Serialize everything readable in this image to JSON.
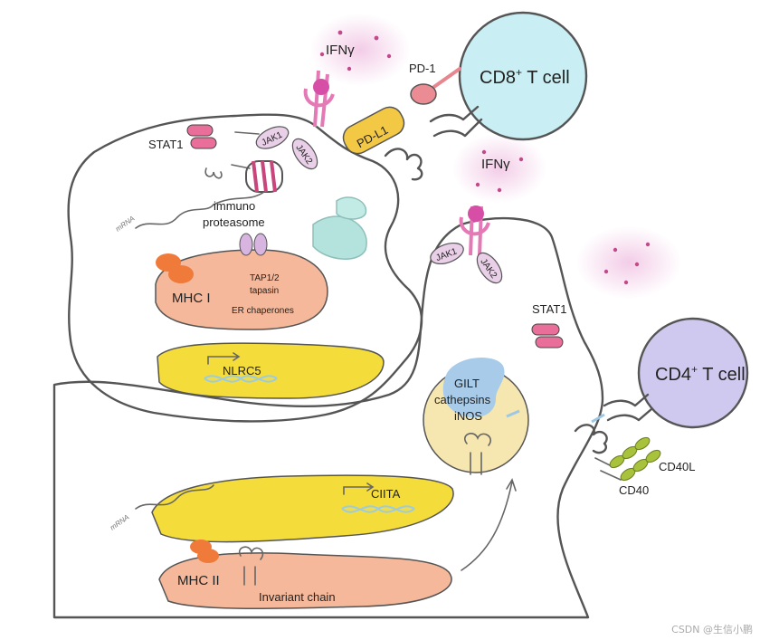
{
  "labels": {
    "ifng_top": "IFNγ",
    "ifng_right": "IFNγ",
    "pd1": "PD-1",
    "pdl1": "PD-L1",
    "cd8_main": "CD8",
    "cd8_sup": "+",
    "cd8_tail": " T cell",
    "cd4_main": "CD4",
    "cd4_sup": "+",
    "cd4_tail": " T cell",
    "stat1_top": "STAT1",
    "stat1_right": "STAT1",
    "jak1_top": "JAK1",
    "jak2_top": "JAK2",
    "jak1_right": "JAK1",
    "jak2_right": "JAK2",
    "immunoproteasome_1": "immuno",
    "immunoproteasome_2": "proteasome",
    "mhc1": "MHC I",
    "tap": "TAP1/2",
    "tapasin": "tapasin",
    "er_chaperones": "ER chaperones",
    "nlrc5": "NLRC5",
    "gilt": "GILT",
    "cathepsins": "cathepsins",
    "inos": "iNOS",
    "ciita": "CIITA",
    "mhc2": "MHC II",
    "invariant_chain": "Invariant chain",
    "cd40l": "CD40L",
    "cd40": "CD40"
  },
  "watermark": "CSDN @生信小鹏",
  "colors": {
    "green_cell": "#dfeaa6",
    "blue_cell": "#b6cfe9",
    "cd8_cell": "#c9eef3",
    "cd4_cell": "#cfc9ef",
    "er_salmon": "#f5b89a",
    "nucleus_yellow": "#f4dc3a",
    "stat_pink": "#e96f9a",
    "mhc_orange": "#ef7a3a",
    "lysosome": "#f6e6b0",
    "cd40_green": "#a9c23c",
    "pdl1_yellow": "#f3c845"
  },
  "icons": {
    "receptor": "ifng-receptor-icon",
    "stat_dimer": "stat1-dimer-icon",
    "dna": "dna-helix-icon",
    "mrna": "mrna-squiggle-icon"
  }
}
